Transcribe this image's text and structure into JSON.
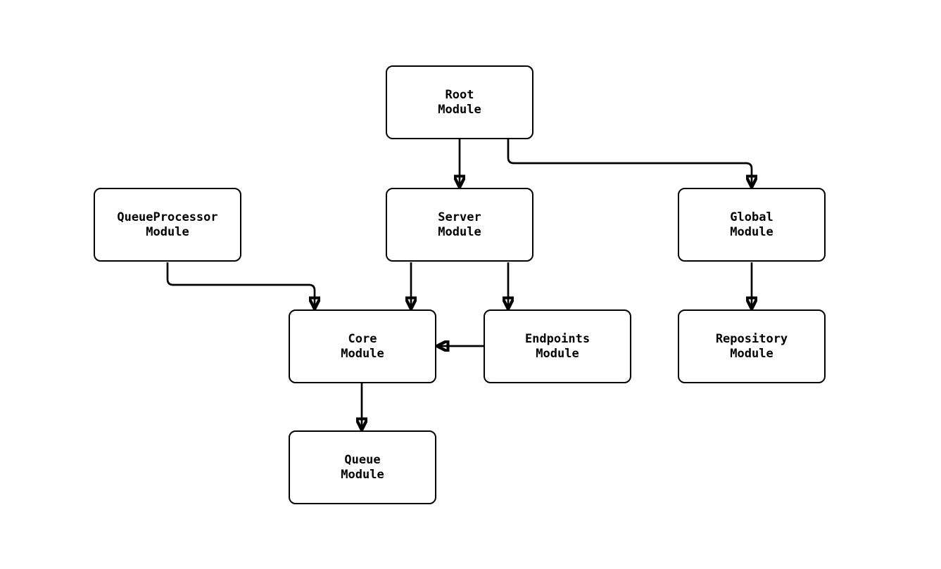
{
  "diagram": {
    "type": "module-dependency-flowchart",
    "background_color": "#ffffff",
    "stroke_color": "#000000",
    "text_color": "#000000",
    "nodes": [
      {
        "id": "root",
        "label": "Root\nModule"
      },
      {
        "id": "queueprocessor",
        "label": "QueueProcessor\nModule"
      },
      {
        "id": "server",
        "label": "Server\nModule"
      },
      {
        "id": "global",
        "label": "Global\nModule"
      },
      {
        "id": "core",
        "label": "Core\nModule"
      },
      {
        "id": "endpoints",
        "label": "Endpoints\nModule"
      },
      {
        "id": "repository",
        "label": "Repository\nModule"
      },
      {
        "id": "queue",
        "label": "Queue\nModule"
      }
    ],
    "edges": [
      {
        "from": "root",
        "to": "server"
      },
      {
        "from": "root",
        "to": "global"
      },
      {
        "from": "queueprocessor",
        "to": "core"
      },
      {
        "from": "server",
        "to": "core"
      },
      {
        "from": "server",
        "to": "endpoints"
      },
      {
        "from": "global",
        "to": "repository"
      },
      {
        "from": "endpoints",
        "to": "core"
      },
      {
        "from": "core",
        "to": "queue"
      }
    ]
  }
}
